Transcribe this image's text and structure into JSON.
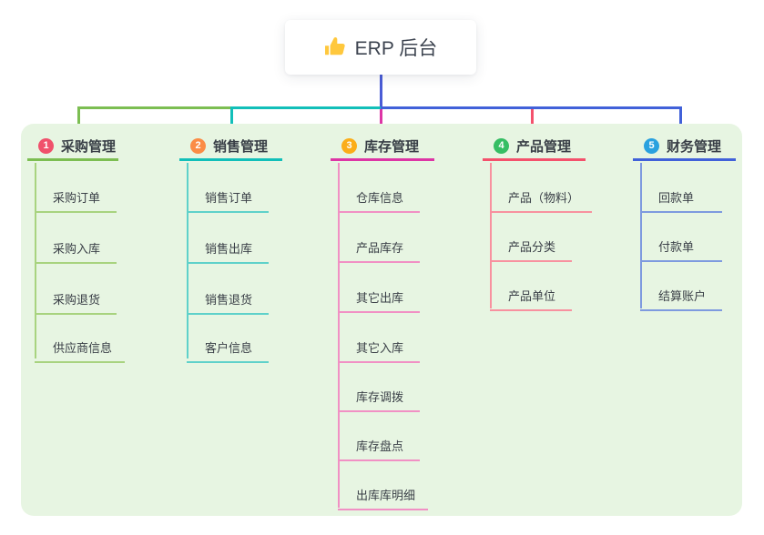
{
  "root": {
    "label": "ERP 后台",
    "icon": "thumbs-up-icon",
    "connector_color": "#4A5CD6"
  },
  "panel": {
    "background": "#E7F5E2"
  },
  "branches": [
    {
      "badge": "1",
      "label": "采购管理",
      "color": "#7CBE52",
      "child_color": "#A8D37F",
      "badge_color": "#F0516C",
      "children": [
        "采购订单",
        "采购入库",
        "采购退货",
        "供应商信息"
      ]
    },
    {
      "badge": "2",
      "label": "销售管理",
      "color": "#12BFB9",
      "child_color": "#5FD1CA",
      "badge_color": "#FB8C46",
      "children": [
        "销售订单",
        "销售出库",
        "销售退货",
        "客户信息"
      ]
    },
    {
      "badge": "3",
      "label": "库存管理",
      "color": "#DD35A5",
      "child_color": "#F190C4",
      "badge_color": "#FBAD18",
      "children": [
        "仓库信息",
        "产品库存",
        "其它出库",
        "其它入库",
        "库存调拨",
        "库存盘点",
        "出库库明细"
      ]
    },
    {
      "badge": "4",
      "label": "产品管理",
      "color": "#F4516C",
      "child_color": "#F8919F",
      "badge_color": "#36BE64",
      "children": [
        "产品（物料）",
        "产品分类",
        "产品单位"
      ]
    },
    {
      "badge": "5",
      "label": "财务管理",
      "color": "#4161D9",
      "child_color": "#7E9ADF",
      "badge_color": "#2AA1DF",
      "children": [
        "回款单",
        "付款单",
        "结算账户"
      ]
    }
  ]
}
